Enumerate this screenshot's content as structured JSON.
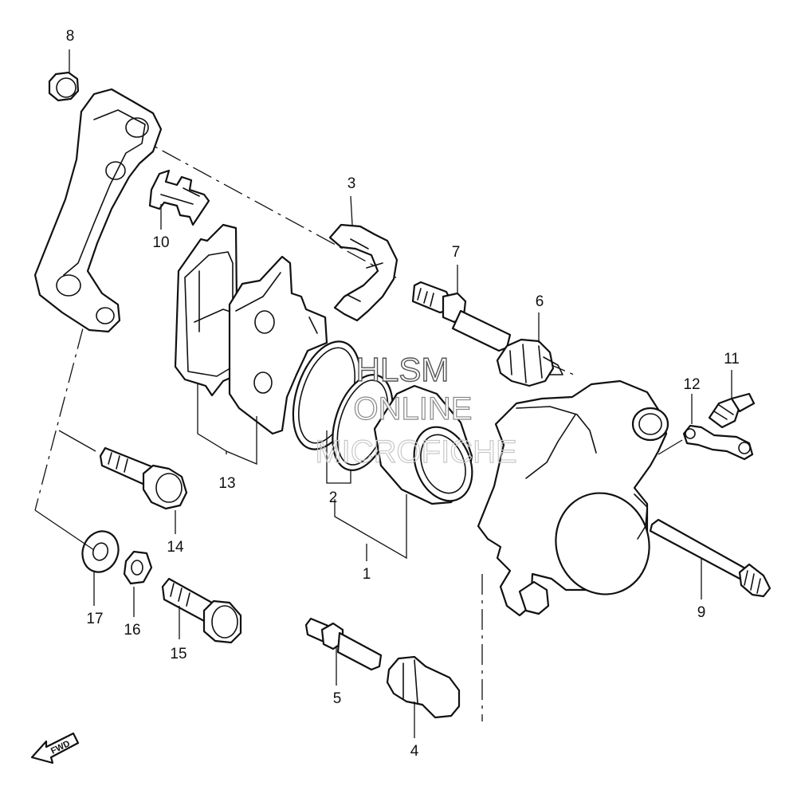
{
  "callouts": {
    "c1": "1",
    "c2": "2",
    "c3": "3",
    "c4": "4",
    "c5": "5",
    "c6": "6",
    "c7": "7",
    "c8": "8",
    "c9": "9",
    "c10": "10",
    "c11": "11",
    "c12": "12",
    "c13": "13",
    "c14": "14",
    "c15": "15",
    "c16": "16",
    "c17": "17"
  },
  "watermark": {
    "line1": "HLSM",
    "line2": "ONLINE",
    "line3": "MICROFICHE"
  },
  "direction_badge": {
    "label": "FWD",
    "icon": "arrow-left-icon"
  },
  "colors": {
    "line": "#111111",
    "background": "#ffffff",
    "watermark": "#c8c8c8"
  }
}
